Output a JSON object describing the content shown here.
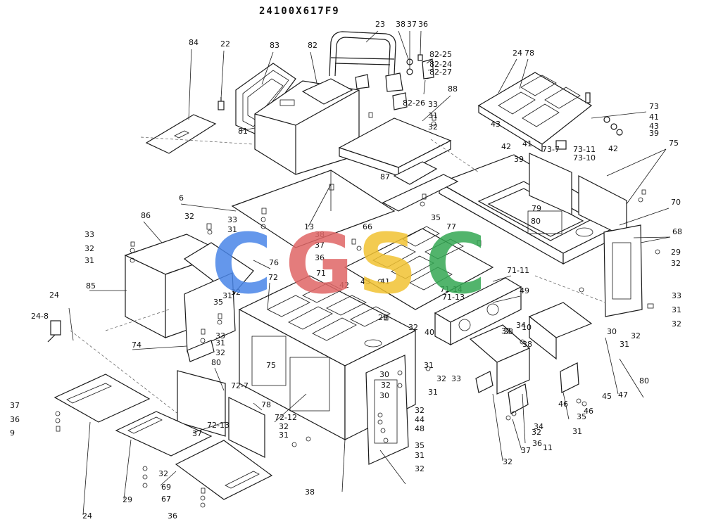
{
  "drawing_number": "24100X617F9",
  "watermark": {
    "text": "CGSC",
    "letters": [
      {
        "ch": "C",
        "color": "#4a86e8"
      },
      {
        "ch": "G",
        "color": "#e06666"
      },
      {
        "ch": "S",
        "color": "#f1c232"
      },
      {
        "ch": "C",
        "color": "#34a853"
      }
    ]
  },
  "callouts": [
    "84",
    "22",
    "83",
    "82",
    "23",
    "38",
    "37",
    "36",
    "82-25",
    "82-24",
    "82-27",
    "82-26",
    "24",
    "78",
    "88",
    "33",
    "31",
    "32",
    "81",
    "43",
    "42",
    "41",
    "39",
    "73",
    "41",
    "43",
    "39",
    "42",
    "73-7",
    "73-11",
    "73-10",
    "75",
    "87",
    "6",
    "13",
    "66",
    "35",
    "77",
    "79",
    "80",
    "70",
    "86",
    "32",
    "33",
    "31",
    "33",
    "32",
    "31",
    "38",
    "37",
    "36",
    "71",
    "71-11",
    "42",
    "43",
    "41",
    "71-14",
    "71-13",
    "49",
    "68",
    "29",
    "32",
    "33",
    "31",
    "32",
    "85",
    "76",
    "72",
    "35",
    "31",
    "32",
    "29",
    "32",
    "40",
    "24",
    "24-8",
    "74",
    "33",
    "31",
    "32",
    "34",
    "32",
    "30",
    "31",
    "32",
    "80",
    "75",
    "78",
    "80",
    "72-7",
    "72-13",
    "72-12",
    "32",
    "31",
    "30",
    "32",
    "30",
    "31",
    "32",
    "33",
    "31",
    "32",
    "44",
    "48",
    "35",
    "31",
    "32",
    "45",
    "47",
    "46",
    "46",
    "35",
    "31",
    "32",
    "34",
    "32",
    "38",
    "37",
    "36",
    "11",
    "10",
    "38",
    "37",
    "36",
    "9",
    "24",
    "29",
    "32",
    "69",
    "67",
    "36",
    "37",
    "38"
  ]
}
